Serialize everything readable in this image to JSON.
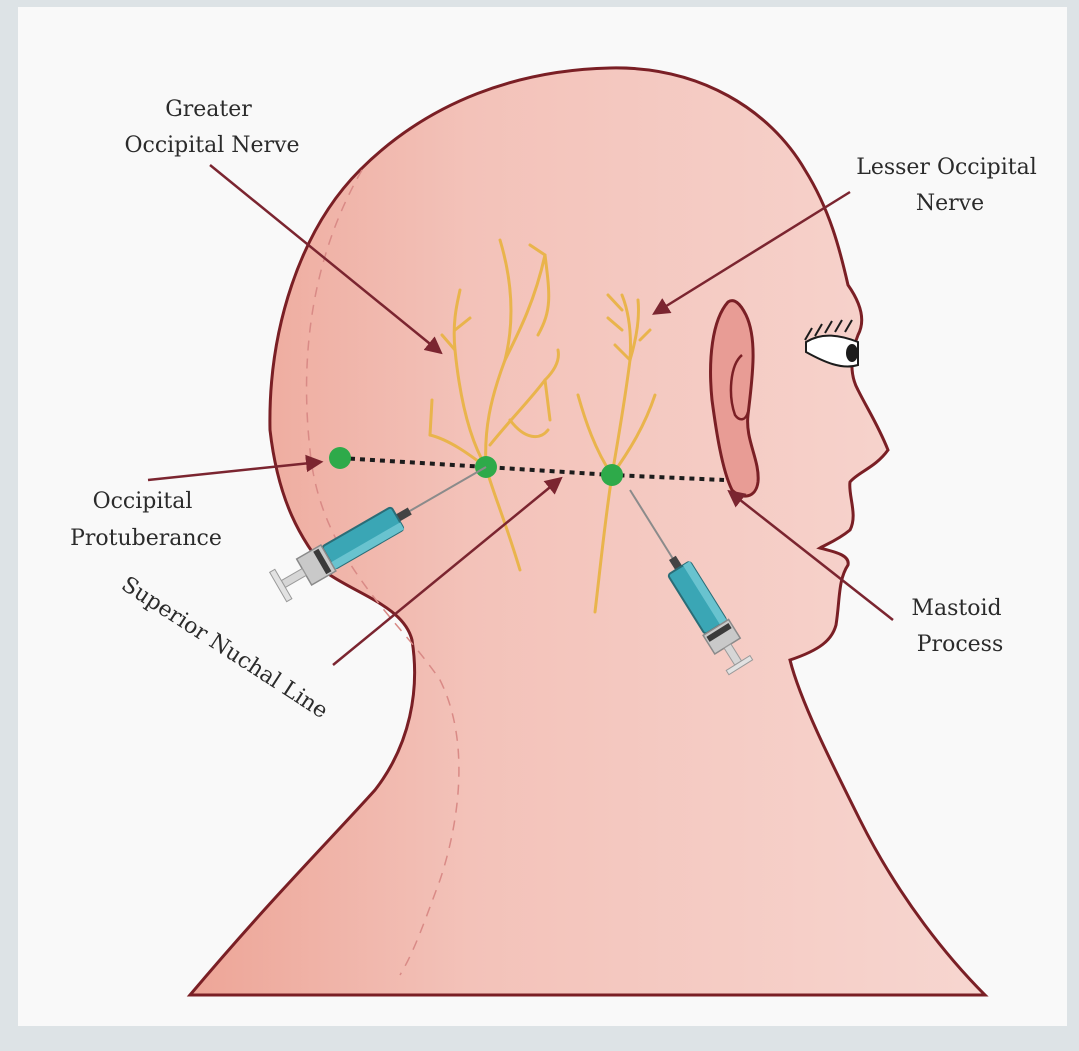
{
  "labels": {
    "greater_occipital_nerve": [
      "Greater",
      "Occipital Nerve"
    ],
    "lesser_occipital_nerve": [
      "Lesser Occipital",
      "Nerve"
    ],
    "occipital_protuberance": [
      "Occipital",
      "Protuberance"
    ],
    "superior_nuchal_line": "Superior Nuchal Line",
    "mastoid_process": [
      "Mastoid",
      "Process"
    ]
  },
  "colors": {
    "background": "#dde3e6",
    "panel": "#f9f9f9",
    "skin_light": "#f6d3cd",
    "skin_dark": "#eda597",
    "outline": "#7a1f25",
    "arrow": "#7b2530",
    "nerve": "#e9b44c",
    "landmark": "#2eaa4a",
    "syringe_barrel": "#3aa6b5",
    "ear": "#e89c95"
  }
}
